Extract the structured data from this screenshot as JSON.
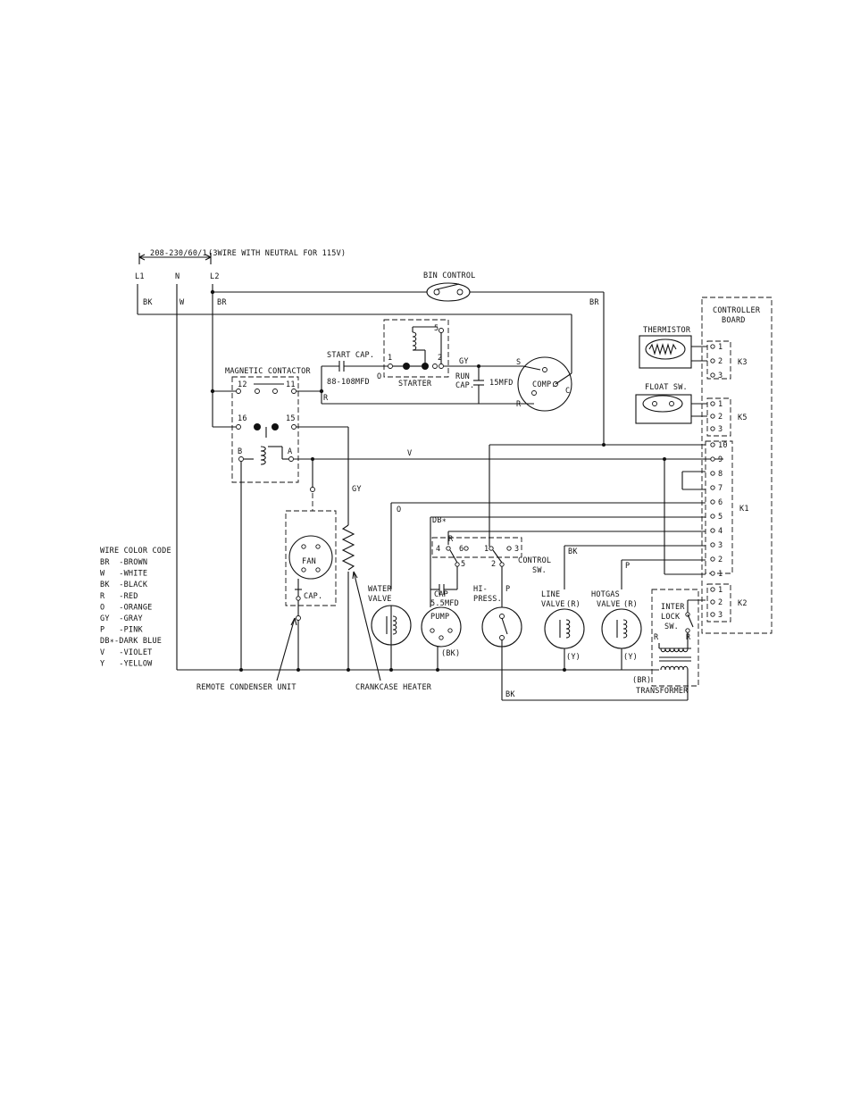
{
  "supply": {
    "voltage_label": "208-230/60/1",
    "note": "(3WIRE WITH NEUTRAL FOR 115V)",
    "l1": "L1",
    "n": "N",
    "l2": "L2",
    "l1_color": "BK",
    "n_color": "W",
    "l2_color": "BR"
  },
  "bin_control": {
    "label": "BIN CONTROL",
    "wire_color": "BR"
  },
  "magnetic_contactor": {
    "label": "MAGNETIC CONTACTOR",
    "t12": "12",
    "t11": "11",
    "t16": "16",
    "t15": "15",
    "tB": "B",
    "tA": "A"
  },
  "start_cap": {
    "label": "START CAP.",
    "value": "88-108MFD"
  },
  "starter": {
    "label": "STARTER",
    "t0": "O",
    "t1": "1",
    "t2": "2",
    "t5": "5"
  },
  "run_cap": {
    "label_line1": "RUN",
    "label_line2": "CAP.",
    "value": "15MFD"
  },
  "compressor": {
    "label": "COMP.",
    "s": "S",
    "r": "R",
    "c": "C"
  },
  "wires": {
    "r": "R",
    "gy": "GY",
    "v": "V",
    "o": "O",
    "db": "DB∗",
    "bk": "BK",
    "p": "P",
    "br_paren": "(BR)",
    "bk_paren": "(BK)",
    "y_paren": "(Y)",
    "r_paren": "(R)"
  },
  "fan": {
    "label": "FAN",
    "cap": "CAP."
  },
  "controller": {
    "title_line1": "CONTROLLER",
    "title_line2": "BOARD",
    "k3": "K3",
    "k5": "K5",
    "k1": "K1",
    "k2": "K2",
    "pins_k3": [
      "1",
      "2",
      "3"
    ],
    "pins_k5": [
      "1",
      "2",
      "3"
    ],
    "pins_k1": [
      "10",
      "9",
      "8",
      "7",
      "6",
      "5",
      "4",
      "3",
      "2",
      "1"
    ],
    "pins_k2": [
      "1",
      "2",
      "3"
    ]
  },
  "thermistor": {
    "label": "THERMISTOR"
  },
  "float_switch": {
    "label": "FLOAT SW."
  },
  "control_switch": {
    "label_line1": "CONTROL",
    "label_line2": "SW.",
    "t4": "4",
    "t6": "6",
    "t1": "1",
    "t3": "3",
    "t5": "5",
    "t2": "2"
  },
  "water_valve": {
    "label_line1": "WATER",
    "label_line2": "VALVE"
  },
  "pump": {
    "cap_line1": "CAP",
    "cap_line2": "5.5MFD",
    "label": "PUMP"
  },
  "hi_press": {
    "label_line1": "HI-",
    "label_line2": "PRESS."
  },
  "line_valve": {
    "label_line1": "LINE",
    "label_line2": "VALVE"
  },
  "hotgas_valve": {
    "label_line1": "HOTGAS",
    "label_line2": "VALVE"
  },
  "interlock": {
    "label_line1": "INTER",
    "label_line2": "LOCK",
    "label_line3": "SW."
  },
  "transformer": {
    "label": "TRANSFORMER"
  },
  "wire_color_code": {
    "title": "WIRE COLOR CODE",
    "items": [
      "BR  -BROWN",
      "W   -WHITE",
      "BK  -BLACK",
      "R   -RED",
      "O   -ORANGE",
      "GY  -GRAY",
      "P   -PINK",
      "DB∗-DARK BLUE",
      "V   -VIOLET",
      "Y   -YELLOW"
    ]
  },
  "callouts": {
    "remote_condenser": "REMOTE CONDENSER UNIT",
    "crankcase_heater": "CRANKCASE HEATER"
  }
}
